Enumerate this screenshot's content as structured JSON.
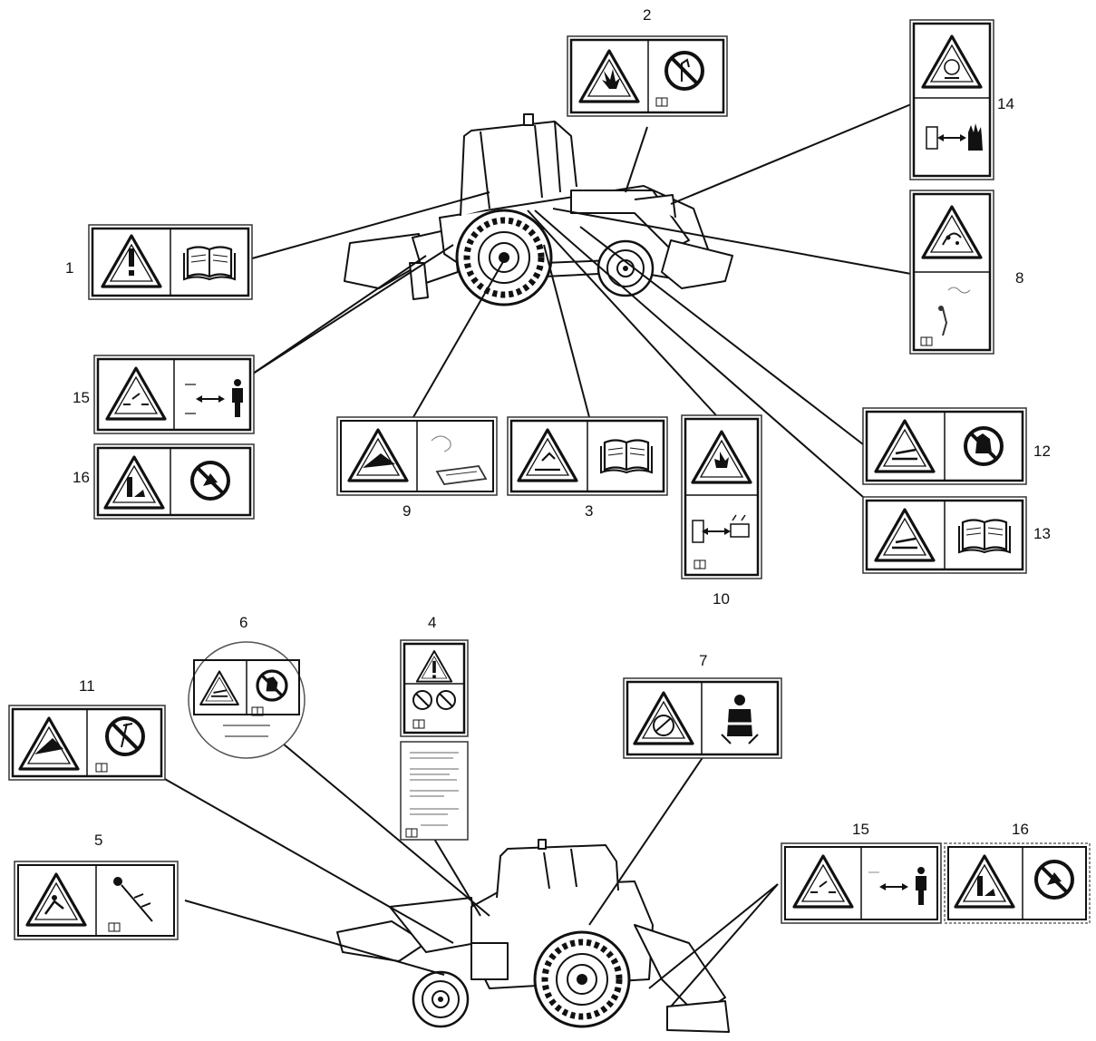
{
  "callouts": {
    "c1": "1",
    "c2": "2",
    "c3": "3",
    "c4": "4",
    "c5": "5",
    "c6": "6",
    "c7": "7",
    "c8": "8",
    "c9": "9",
    "c10": "10",
    "c11": "11",
    "c12": "12",
    "c13": "13",
    "c14": "14",
    "c15a": "15",
    "c16a": "16",
    "c15b": "15",
    "c16b": "16"
  },
  "decals": [
    {
      "id": "1",
      "hazard": "exclamation",
      "instruction": "read-manual-icon"
    },
    {
      "id": "2",
      "hazard": "fire-explosion",
      "instruction": "no-open-flame-icon"
    },
    {
      "id": "3",
      "hazard": "crush-step",
      "instruction": "read-manual-icon"
    },
    {
      "id": "4",
      "hazard": "exclamation",
      "instruction": "no-smoking-no-ride-icon"
    },
    {
      "id": "5",
      "hazard": "falling",
      "instruction": "lock-pin-icon"
    },
    {
      "id": "6",
      "hazard": "hand-crush",
      "instruction": "no-hand-icon"
    },
    {
      "id": "7",
      "hazard": "rollover",
      "instruction": "seatbelt-icon"
    },
    {
      "id": "8",
      "hazard": "hot-fluid",
      "instruction": "pressure-release-icon"
    },
    {
      "id": "9",
      "hazard": "run-over",
      "instruction": "manual-icon"
    },
    {
      "id": "10",
      "hazard": "battery-explosion",
      "instruction": "keep-distance-icon"
    },
    {
      "id": "11",
      "hazard": "crush",
      "instruction": "no-tool-icon"
    },
    {
      "id": "12",
      "hazard": "hand-entanglement",
      "instruction": "no-hand-icon"
    },
    {
      "id": "13",
      "hazard": "hand-entanglement",
      "instruction": "read-manual-icon"
    },
    {
      "id": "14",
      "hazard": "hot-surface",
      "instruction": "keep-hand-away-icon"
    },
    {
      "id": "15",
      "hazard": "swing-zone",
      "instruction": "keep-distance-person-icon"
    },
    {
      "id": "16",
      "hazard": "crush-foot",
      "instruction": "no-step-icon"
    }
  ],
  "colors": {
    "line": "#111111",
    "decal_border": "#333333",
    "background": "#ffffff"
  }
}
